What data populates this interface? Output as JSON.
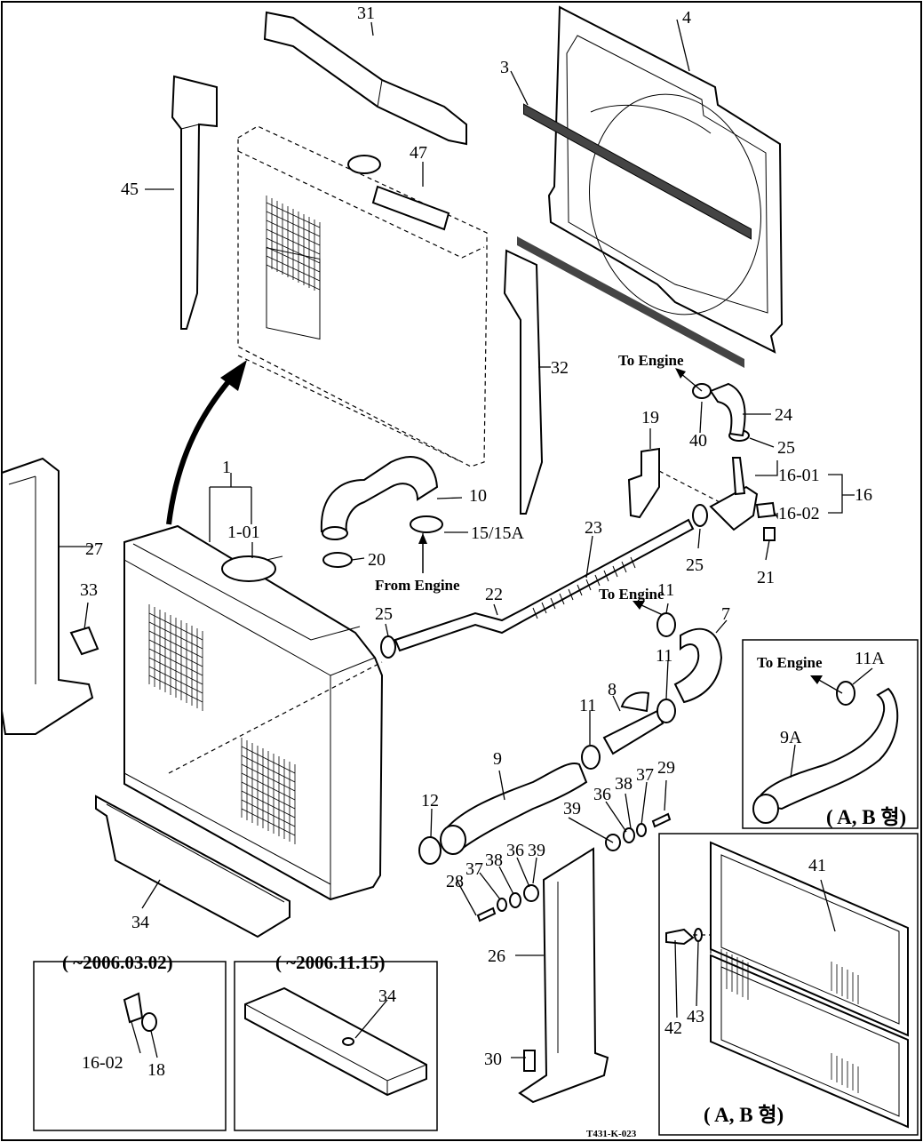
{
  "drawing_id": "T431-K-023",
  "labels": {
    "p1": "1",
    "p1_01": "1-01",
    "p3": "3",
    "p4": "4",
    "p7": "7",
    "p8": "8",
    "p9": "9",
    "p9a": "9A",
    "p10": "10",
    "p11a": "11",
    "p11b": "11",
    "p11c": "11",
    "p11A": "11A",
    "p12": "12",
    "p15": "15/15A",
    "p16": "16",
    "p16_01": "16-01",
    "p16_02": "16-02",
    "p16_02b": "16-02",
    "p18": "18",
    "p19": "19",
    "p20": "20",
    "p21": "21",
    "p22": "22",
    "p23": "23",
    "p24": "24",
    "p25a": "25",
    "p25b": "25",
    "p25c": "25",
    "p26": "26",
    "p27": "27",
    "p28": "28",
    "p29": "29",
    "p30": "30",
    "p31": "31",
    "p32": "32",
    "p33": "33",
    "p34a": "34",
    "p34b": "34",
    "p36a": "36",
    "p36b": "36",
    "p37a": "37",
    "p37b": "37",
    "p38a": "38",
    "p38b": "38",
    "p39a": "39",
    "p39b": "39",
    "p40": "40",
    "p41": "41",
    "p42": "42",
    "p43": "43",
    "p45": "45",
    "p47": "47"
  },
  "notes": {
    "to_engine_1": "To Engine",
    "to_engine_2": "To Engine",
    "to_engine_3": "To Engine",
    "from_engine": "From Engine"
  },
  "insets": {
    "date_1": "( ~2006.03.02)",
    "date_2": "( ~2006.11.15)",
    "variant_1": "( A, B 형)",
    "variant_2": "( A, B 형)"
  }
}
